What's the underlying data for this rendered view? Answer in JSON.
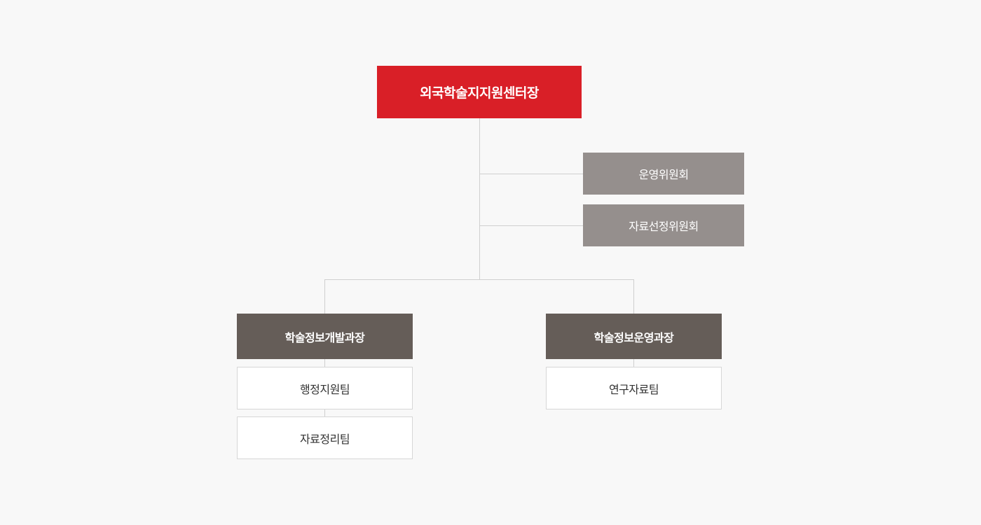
{
  "orgchart": {
    "head": "외국학술지지원센터장",
    "committees": [
      "운영위원회",
      "자료선정위원회"
    ],
    "divisions": [
      {
        "title": "학술정보개발과장",
        "teams": [
          "행정지원팀",
          "자료정리팀"
        ]
      },
      {
        "title": "학술정보운영과장",
        "teams": [
          "연구자료팀"
        ]
      }
    ]
  },
  "colors": {
    "background": "#f8f8f8",
    "head": "#d91f27",
    "committee": "#958f8d",
    "division": "#655d58",
    "team": "#ffffff",
    "connector": "#cfcfcf"
  }
}
